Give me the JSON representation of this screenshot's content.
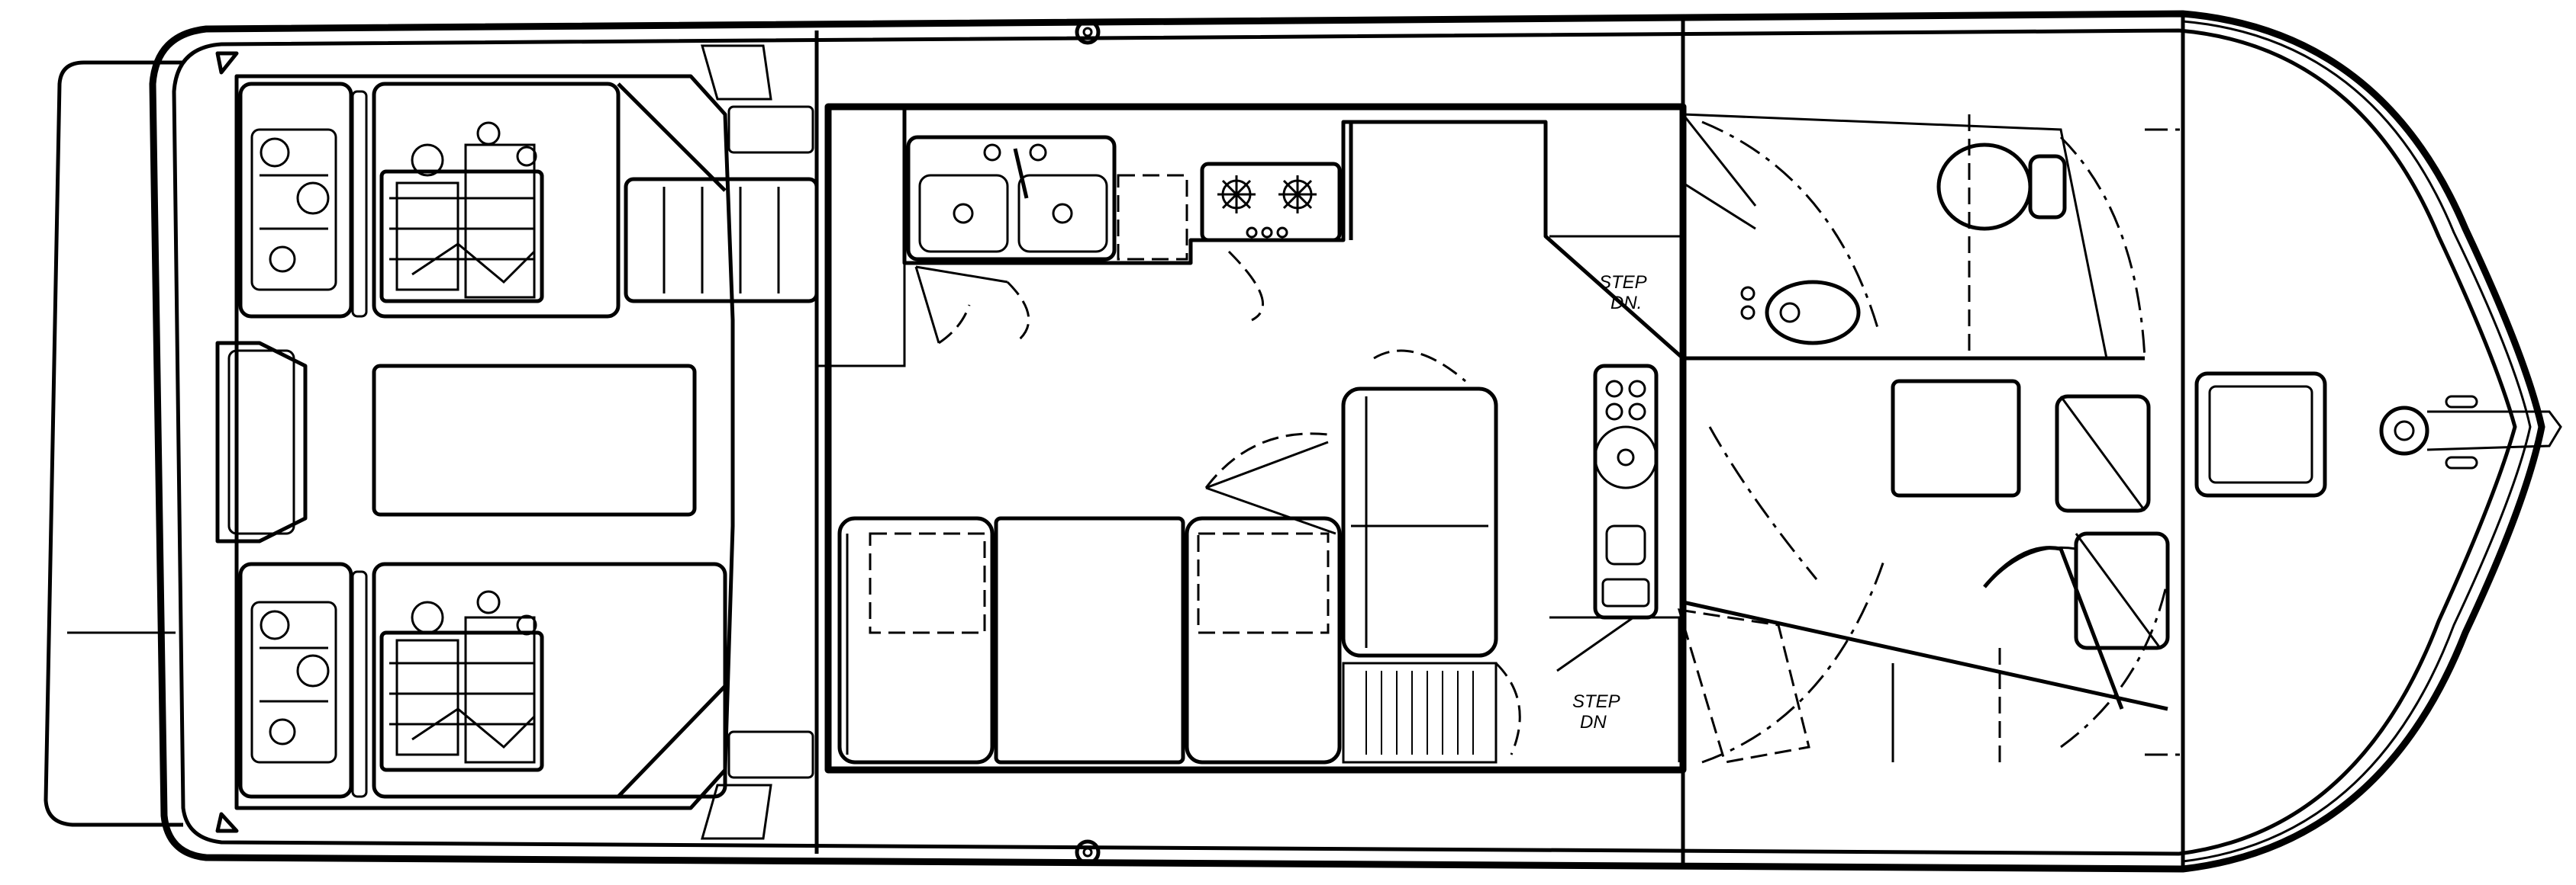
{
  "labels": {
    "step_down_1_line1": "STEP",
    "step_down_1_line2": "DN.",
    "step_down_2_line1": "STEP",
    "step_down_2_line2": "DN"
  }
}
